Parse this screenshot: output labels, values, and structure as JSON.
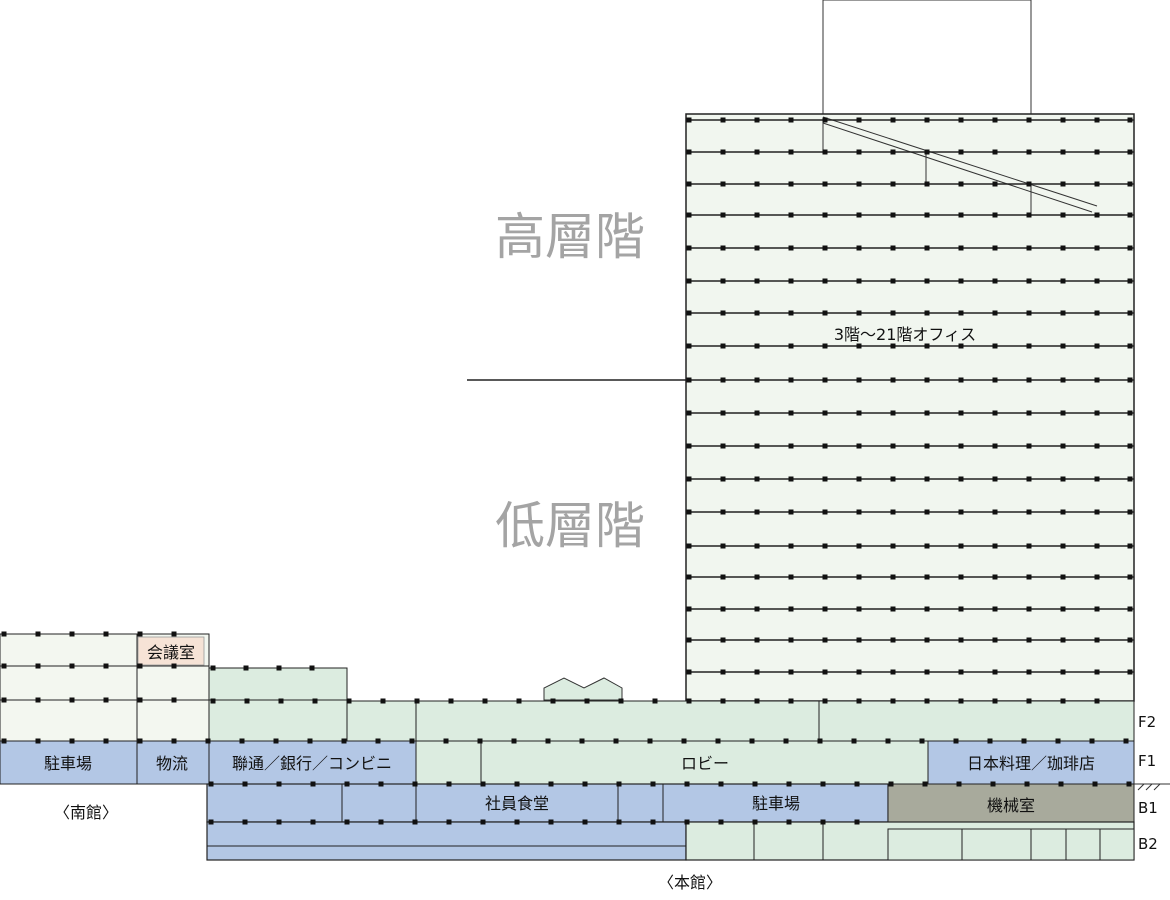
{
  "labels": {
    "upper_floors": "高層階",
    "lower_floors": "低層階",
    "office_floors": "3階～21階オフィス",
    "meeting_room": "会議室",
    "south_parking": "駐車場",
    "logistics": "物流",
    "shops": "聯通／銀行／コンビニ",
    "lobby": "ロビー",
    "restaurant": "日本料理／珈琲店",
    "staff_cafeteria": "社員食堂",
    "main_parking": "駐車場",
    "machine_room": "機械室",
    "south_building": "〈南館〉",
    "main_building": "〈本館〉"
  },
  "floors": {
    "f2": "F2",
    "f1": "F1",
    "b1": "B1",
    "b2": "B2"
  },
  "colors": {
    "office_fill": "#f1f6ef",
    "podium_fill": "#dcece0",
    "blue_fill": "#b3c7e5",
    "machine_fill": "#a8aa9c",
    "meeting_fill": "#f6e3d6",
    "south_fill": "#f3f7f0",
    "text_gray": "#a4a4a4"
  }
}
